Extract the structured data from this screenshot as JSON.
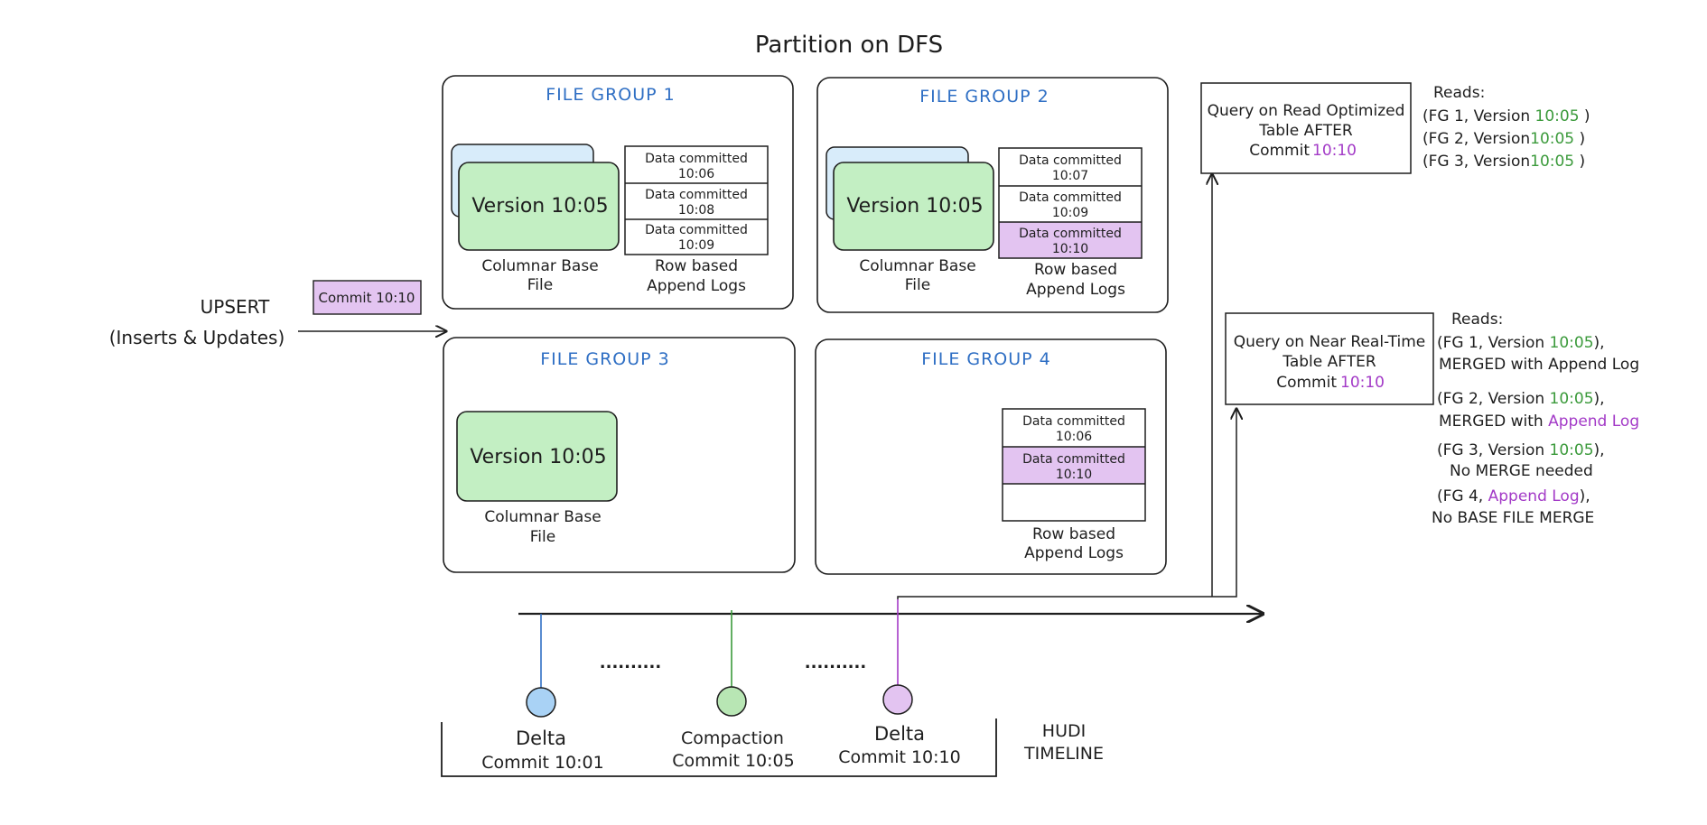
{
  "title": "Partition on DFS",
  "file_groups": [
    {
      "title": "FILE GROUP 1",
      "base_version": "Version 10:05",
      "base_label": [
        "Columnar Base",
        "File"
      ],
      "logs": [
        "Data committed 10:06",
        "Data committed 10:08",
        "Data committed 10:09"
      ],
      "log_label": [
        "Row based",
        "Append Logs"
      ]
    },
    {
      "title": "FILE GROUP 2",
      "base_version": "Version 10:05",
      "base_label": [
        "Columnar Base",
        "File"
      ],
      "logs": [
        "Data committed 10:07",
        "Data committed 10:09",
        "Data committed 10:10"
      ],
      "log_label": [
        "Row based",
        "Append Logs"
      ]
    },
    {
      "title": "FILE GROUP 3",
      "base_version": "Version 10:05",
      "base_label": [
        "Columnar Base",
        "File"
      ]
    },
    {
      "title": "FILE GROUP 4",
      "logs": [
        "Data committed 10:06",
        "Data committed 10:10"
      ],
      "log_label": [
        "Row based",
        "Append Logs"
      ]
    }
  ],
  "upsert": {
    "label": "UPSERT",
    "sub": "(Inserts & Updates)",
    "commit_badge": "Commit 10:10"
  },
  "timeline": {
    "label": [
      "HUDI",
      "TIMELINE"
    ],
    "ellipsis": "..........",
    "commits": [
      {
        "line1": "Delta",
        "line2": "Commit 10:01"
      },
      {
        "line1": "Compaction",
        "line2": "Commit 10:05"
      },
      {
        "line1": "Delta",
        "line2": "Commit 10:10"
      }
    ]
  },
  "query_ro": {
    "box": [
      "Query on Read Optimized",
      "Table AFTER",
      "Commit",
      "10:10"
    ],
    "reads_title": "Reads:",
    "reads": [
      {
        "prefix": "(FG 1, Version ",
        "ver": "10:05",
        "suffix": " )"
      },
      {
        "prefix": "(FG 2, Version",
        "ver": "10:05",
        "suffix": " )"
      },
      {
        "prefix": "(FG 3, Version",
        "ver": "10:05",
        "suffix": " )"
      }
    ]
  },
  "query_rt": {
    "box": [
      "Query on Near Real-Time",
      "Table AFTER",
      "Commit",
      "10:10"
    ],
    "reads_title": "Reads:",
    "reads": [
      {
        "prefix": "(FG 1, Version ",
        "ver": "10:05",
        "suffix": "),",
        "line2": "MERGED with Append Log"
      },
      {
        "prefix": "(FG 2, Version ",
        "ver": "10:05",
        "suffix": "),",
        "line2a": "MERGED with ",
        "line2b": "Append Log"
      },
      {
        "prefix": "(FG 3, Version ",
        "ver": "10:05",
        "suffix": "),",
        "line2": "No MERGE needed"
      },
      {
        "prefix": "(FG 4, ",
        "purple": "Append Log",
        "suffix": "),",
        "line2": "No BASE FILE MERGE"
      }
    ]
  },
  "colors": {
    "green_fill": "#c3efc3",
    "purple_fill": "#e3c4f1",
    "blue_fill": "#d8ecfa",
    "fg_title": "#2f6fc4",
    "green_text": "#3b9a3b",
    "purple_text": "#a33ac7",
    "blue_pin": "#a9d2f5",
    "green_pin": "#b8e6b4",
    "purple_pin": "#e3c4f1"
  }
}
